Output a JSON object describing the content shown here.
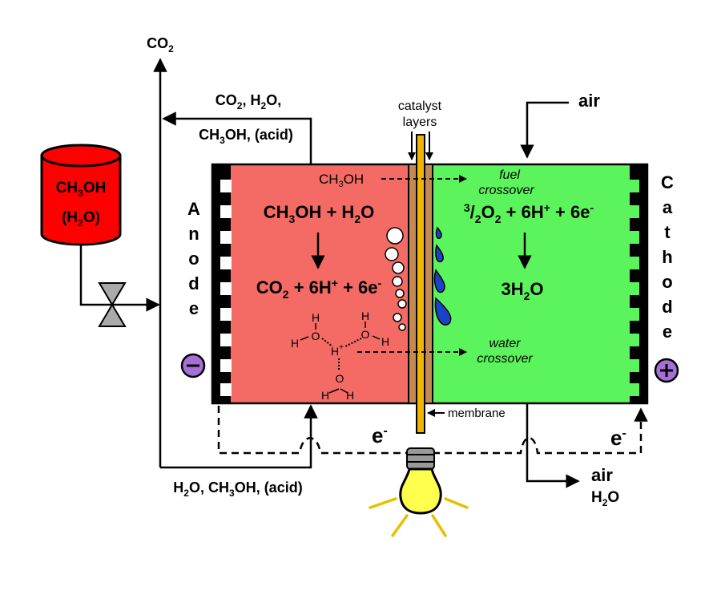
{
  "co2_top": {
    "main": "CO",
    "sub": "2"
  },
  "reservoir": {
    "line1": {
      "a": "CH",
      "sub": "3",
      "b": "OH"
    },
    "line2": {
      "a": "(H",
      "sub": "2",
      "b": "O)"
    }
  },
  "exhaust_label": {
    "line1": {
      "a": "CO",
      "s1": "2",
      "b": ", H",
      "s2": "2",
      "c": "O,"
    },
    "line2": {
      "a": "CH",
      "s1": "3",
      "b": "OH, (acid)"
    }
  },
  "return_label": {
    "a": "H",
    "s1": "2",
    "b": "O, CH",
    "s2": "3",
    "c": "OH, (acid)"
  },
  "catalyst_label": {
    "line1": "catalyst",
    "line2": "layers"
  },
  "air_in": "air",
  "air_out": {
    "line1": "air",
    "line2_a": "H",
    "line2_sub": "2",
    "line2_b": "O"
  },
  "anode_letters": [
    "A",
    "n",
    "o",
    "d",
    "e"
  ],
  "cathode_letters": [
    "C",
    "a",
    "t",
    "h",
    "o",
    "d",
    "e"
  ],
  "anode_reaction": {
    "reactants": {
      "a": "CH",
      "s1": "3",
      "b": "OH + H",
      "s2": "2",
      "c": "O"
    },
    "products": {
      "a": "CO",
      "s1": "2",
      "b": " + 6H",
      "sup1": "+",
      "c": " + 6e",
      "sup2": "-"
    }
  },
  "cathode_reaction": {
    "reactants": {
      "sup0": "3",
      "a": "/",
      "s1": "2",
      "b": "O",
      "s2": "2",
      "c": " + 6H",
      "sup1": "+",
      "d": " + 6e",
      "sup2": "-"
    },
    "products": {
      "a": "3H",
      "s1": "2",
      "b": "O"
    }
  },
  "fuel_crossover": {
    "species": {
      "a": "CH",
      "s1": "3",
      "b": "OH"
    },
    "line1": "fuel",
    "line2": "crossover"
  },
  "water_crossover": {
    "line1": "water",
    "line2": "crossover"
  },
  "hydronium": {
    "H": "H",
    "O": "O",
    "Hplus": "H",
    "plus": "+"
  },
  "membrane_label": "membrane",
  "electron_left": {
    "a": "e",
    "sup": "-"
  },
  "electron_right": {
    "a": "e",
    "sup": "-"
  },
  "colors": {
    "anode_chamber": "#f46a64",
    "cathode_chamber": "#5cf45c",
    "reservoir": "#ff0000",
    "catalyst": "#c58a53",
    "membrane": "#f0b400",
    "terminal": "#a66fd6",
    "bulb": "#ffff4d",
    "droplet": "#1a44c8"
  }
}
